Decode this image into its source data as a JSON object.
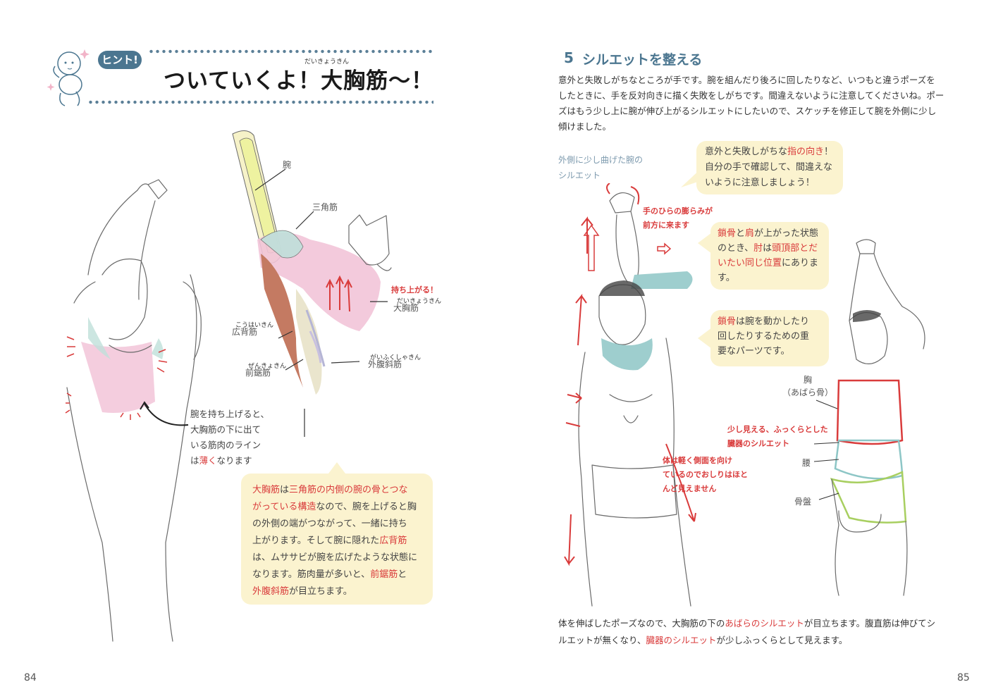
{
  "left": {
    "hint_badge": "ヒント!",
    "title": "ついていくよ！大胸筋～！",
    "title_ruby": "だいきょうきん",
    "labels": {
      "ude": "腕",
      "sankakukin": "三角筋",
      "kohaikin": "広背筋",
      "kohaikin_ruby": "こうはいきん",
      "zenkyokin": "前鋸筋",
      "zenkyokin_ruby": "ぜんきょきん",
      "daikyokin": "大胸筋",
      "daikyokin_ruby": "だいきょうきん",
      "gaifukushakin": "外腹斜筋",
      "gaifukushakin_ruby": "がいふくしゃきん",
      "mochiagaru": "持ち上がる！"
    },
    "caption_lines": [
      "腕を持ち上げると、",
      "大胸筋の下に出て",
      "いる筋肉のライン",
      "は"
    ],
    "caption_red": "薄く",
    "caption_end": "なります",
    "bubble_lines": [
      [
        {
          "t": "大胸筋",
          "r": 1
        },
        {
          "t": "は"
        },
        {
          "t": "三角筋の内側の腕の骨とつな",
          "r": 1
        }
      ],
      [
        {
          "t": "がっている構造",
          "r": 1
        },
        {
          "t": "なので、腕を上げると胸"
        }
      ],
      [
        {
          "t": "の外側の端がつながって、一緒に持ち"
        }
      ],
      [
        {
          "t": "上がります。そして腕に隠れた"
        },
        {
          "t": "広背筋",
          "r": 1
        }
      ],
      [
        {
          "t": "は、ムササビが腕を広げたような状態に"
        }
      ],
      [
        {
          "t": "なります。筋肉量が多いと、"
        },
        {
          "t": "前鋸筋",
          "r": 1
        },
        {
          "t": "と"
        }
      ],
      [
        {
          "t": "外腹斜筋",
          "r": 1
        },
        {
          "t": "が目立ちます。"
        }
      ]
    ],
    "page_number": "84"
  },
  "right": {
    "section_number": "5",
    "section_title": "シルエットを整える",
    "intro_lines": [
      "意外と失敗しがちなところが手です。腕を組んだり後ろに回したりなど、いつもと違うポーズを",
      "したときに、手を反対向きに描く失敗をしがちです。間違えないように注意してくださいね。ポー",
      "ズはもう少し上に腕が伸び上がるシルエットにしたいので、スケッチを修正して腕を外側に少し",
      "傾けました。"
    ],
    "arm_label": [
      "外側に少し曲げた腕の",
      "シルエット"
    ],
    "bubble1": [
      [
        {
          "t": "意外と失敗しがちな"
        },
        {
          "t": "指の向き",
          "r": 1
        },
        {
          "t": "！"
        }
      ],
      [
        {
          "t": "自分の手で確認して、間違えな"
        }
      ],
      [
        {
          "t": "いように注意しましょう！"
        }
      ]
    ],
    "bubble2": [
      [
        {
          "t": "鎖骨",
          "r": 1
        },
        {
          "t": "と"
        },
        {
          "t": "肩",
          "r": 1
        },
        {
          "t": "が上がった状態"
        }
      ],
      [
        {
          "t": "のとき、"
        },
        {
          "t": "肘",
          "r": 1
        },
        {
          "t": "は"
        },
        {
          "t": "頭頂部とだ",
          "r": 1
        }
      ],
      [
        {
          "t": "いたい同じ位置",
          "r": 1
        },
        {
          "t": "にありま"
        }
      ],
      [
        {
          "t": "す。"
        }
      ]
    ],
    "bubble3": [
      [
        {
          "t": "鎖骨",
          "r": 1
        },
        {
          "t": "は腕を動かしたり"
        }
      ],
      [
        {
          "t": "回したりするための重"
        }
      ],
      [
        {
          "t": "要なパーツです。"
        }
      ]
    ],
    "hand_notes": {
      "palm": [
        "手のひらの膨らみが",
        "前方に来ます"
      ],
      "body": [
        "体は軽く側面を向け",
        "ているのでおしりはほと",
        "んど見えません"
      ],
      "organs": [
        "少し見える、ふっくらとした",
        "臓器のシルエット"
      ]
    },
    "fig_labels": {
      "mune": "胸",
      "abarabone": "（あばら骨）",
      "koshi": "腰",
      "kotsuban": "骨盤"
    },
    "footer_lines": [
      [
        {
          "t": "体を伸ばしたポーズなので、大胸筋の下の"
        },
        {
          "t": "あばらのシルエット",
          "r": 1
        },
        {
          "t": "が目立ちます。腹直筋は伸びてシ"
        }
      ],
      [
        {
          "t": "ルエットが無くなり、"
        },
        {
          "t": "臓器のシルエット",
          "r": 1
        },
        {
          "t": "が少しふっくらとして見えます。"
        }
      ]
    ],
    "page_number": "85"
  },
  "colors": {
    "accent_blue": "#4b7690",
    "accent_red": "#d93b3b",
    "bubble_bg": "#fbf3cf",
    "pink": "#f2c4d8",
    "teal": "#8dc6c6",
    "muscle_brown": "#c47a62"
  }
}
